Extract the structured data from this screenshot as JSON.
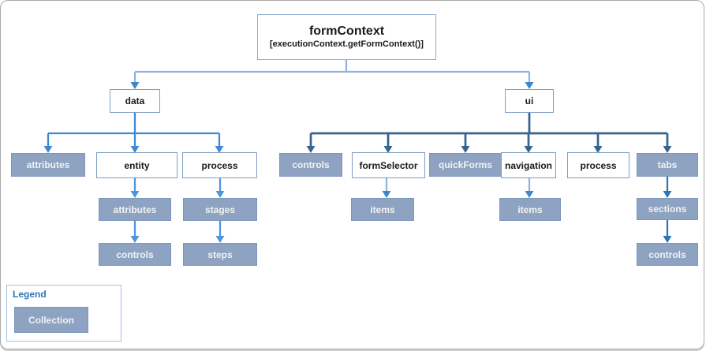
{
  "diagram": {
    "root": {
      "title": "formContext",
      "subtitle": "[executionContext.getFormContext()]"
    },
    "nodes": {
      "data": {
        "label": "data",
        "type": "object"
      },
      "ui": {
        "label": "ui",
        "type": "object"
      },
      "data_attributes": {
        "label": "attributes",
        "type": "collection"
      },
      "entity": {
        "label": "entity",
        "type": "object"
      },
      "data_process": {
        "label": "process",
        "type": "object"
      },
      "entity_attributes": {
        "label": "attributes",
        "type": "collection"
      },
      "entity_controls": {
        "label": "controls",
        "type": "collection"
      },
      "process_stages": {
        "label": "stages",
        "type": "collection"
      },
      "process_steps": {
        "label": "steps",
        "type": "collection"
      },
      "ui_controls": {
        "label": "controls",
        "type": "collection"
      },
      "formSelector": {
        "label": "formSelector",
        "type": "object"
      },
      "quickForms": {
        "label": "quickForms",
        "type": "collection"
      },
      "navigation": {
        "label": "navigation",
        "type": "object"
      },
      "ui_process": {
        "label": "process",
        "type": "object"
      },
      "tabs": {
        "label": "tabs",
        "type": "collection"
      },
      "formSelector_items": {
        "label": "items",
        "type": "collection"
      },
      "navigation_items": {
        "label": "items",
        "type": "collection"
      },
      "tabs_sections": {
        "label": "sections",
        "type": "collection"
      },
      "tabs_controls": {
        "label": "controls",
        "type": "collection"
      }
    },
    "legend": {
      "title": "Legend",
      "items": [
        {
          "label": "Collection",
          "swatch_color": "#8ea2c2"
        }
      ]
    },
    "colors": {
      "collection_fill": "#8ea2c2",
      "collection_border": "#7c96bd",
      "white_box_border": "#7f9dc1",
      "root_box_border": "#8fb0d5",
      "trunk_line": "#8fb2de",
      "trunk_arrowhead": "#3e86c8",
      "data_branch": "#3e89d6",
      "ui_branch": "#36648e",
      "entity_column_arrows": "#4e95d9",
      "tabs_column_arrows": "#2e75b6",
      "items_arrow_shaft": "#8fb2de",
      "legend_title_text": "#2e75b6",
      "outer_border": "#a9a9a9"
    }
  }
}
